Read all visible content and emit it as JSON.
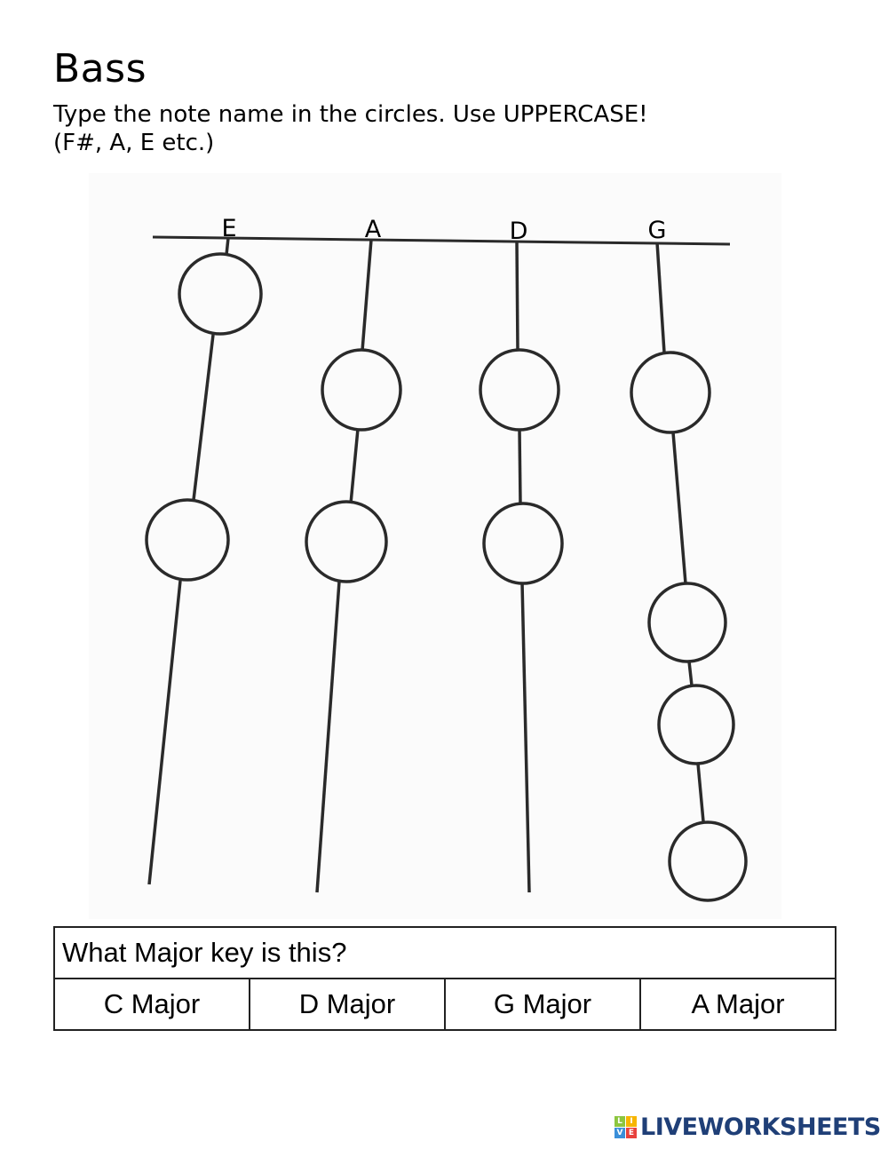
{
  "header": {
    "title": "Bass",
    "instruction_line1": "Type the note name in the circles. Use UPPERCASE!",
    "instruction_line2": "(F#, A, E etc.)"
  },
  "diagram": {
    "strings": [
      {
        "name": "E",
        "circles": 2
      },
      {
        "name": "A",
        "circles": 2
      },
      {
        "name": "D",
        "circles": 2
      },
      {
        "name": "G",
        "circles": 4
      }
    ],
    "answers": [
      "",
      "",
      "",
      "",
      "",
      "",
      "",
      "",
      "",
      ""
    ]
  },
  "question": {
    "prompt": "What Major key is this?",
    "options": [
      "C Major",
      "D Major",
      "G Major",
      "A Major"
    ]
  },
  "footer": {
    "logo_blocks": [
      {
        "letter": "L",
        "color": "#8cc63f"
      },
      {
        "letter": "I",
        "color": "#f7b500"
      },
      {
        "letter": "V",
        "color": "#3a8fd9"
      },
      {
        "letter": "E",
        "color": "#e8413c"
      }
    ],
    "logo_text": "LIVEWORKSHEETS",
    "logo_color": "#1f3f77"
  }
}
